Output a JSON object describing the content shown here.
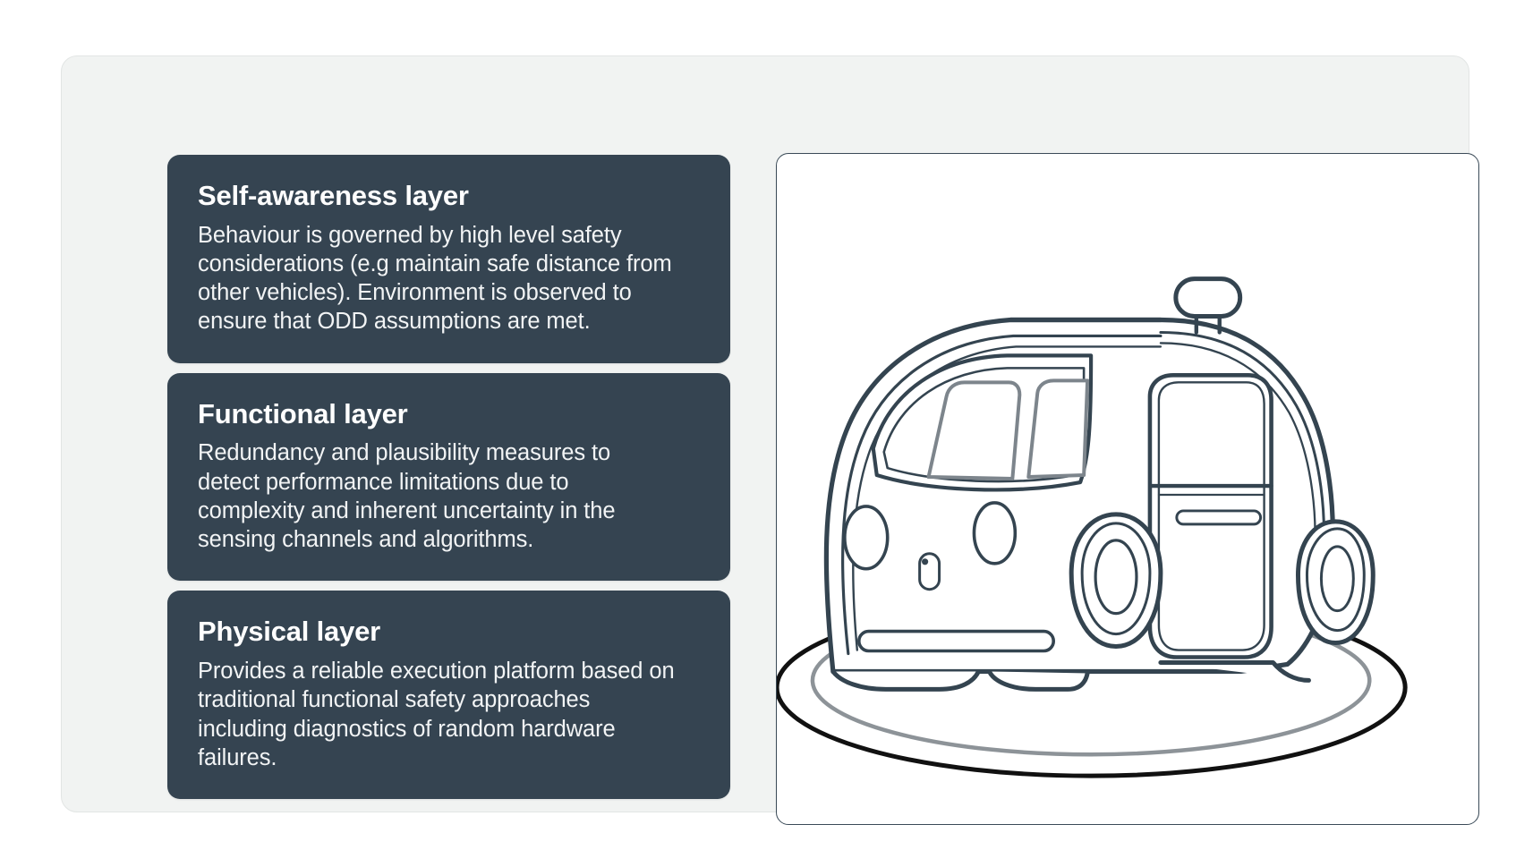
{
  "panel": {
    "background_color": "#f1f3f2",
    "border_color": "#e2e5e4"
  },
  "cards": [
    {
      "title": "Self-awareness layer",
      "body": "Behaviour is governed by high level safety considerations (e.g maintain safe distance from other vehicles). Environment is observed to ensure that ODD assumptions are met.",
      "background_color": "#354451",
      "title_color": "#ffffff",
      "body_color": "#f2f4f5"
    },
    {
      "title": "Functional layer",
      "body": "Redundancy and plausibility measures to detect performance limitations due to complexity and inherent uncertainty in the sensing channels and algorithms.",
      "background_color": "#354451",
      "title_color": "#ffffff",
      "body_color": "#f2f4f5"
    },
    {
      "title": "Physical layer",
      "body": "Provides a reliable execution platform based on traditional functional safety approaches including diagnostics of random hardware failures.",
      "background_color": "#354451",
      "title_color": "#ffffff",
      "body_color": "#f2f4f5"
    }
  ],
  "illustration": {
    "name": "autonomous-vehicle-line-drawing",
    "description": "Line drawing of a self-driving pod car with roof-mounted lidar sensor, standing on two concentric ground ellipses",
    "background_color": "#ffffff",
    "stroke_color": "#344450",
    "accent_stroke_color": "#7d858c",
    "ground_stroke_color": "#111111",
    "ground_inner_stroke_color": "#8d9398",
    "border_color": "#3a4a57",
    "parts": [
      "lidar-sensor",
      "windshield",
      "headlight-left",
      "headlight-right",
      "front-sensor",
      "front-bumper-strip",
      "sliding-door",
      "door-handle",
      "front-wheel",
      "rear-wheel",
      "ground-ellipse-outer",
      "ground-ellipse-inner"
    ]
  }
}
